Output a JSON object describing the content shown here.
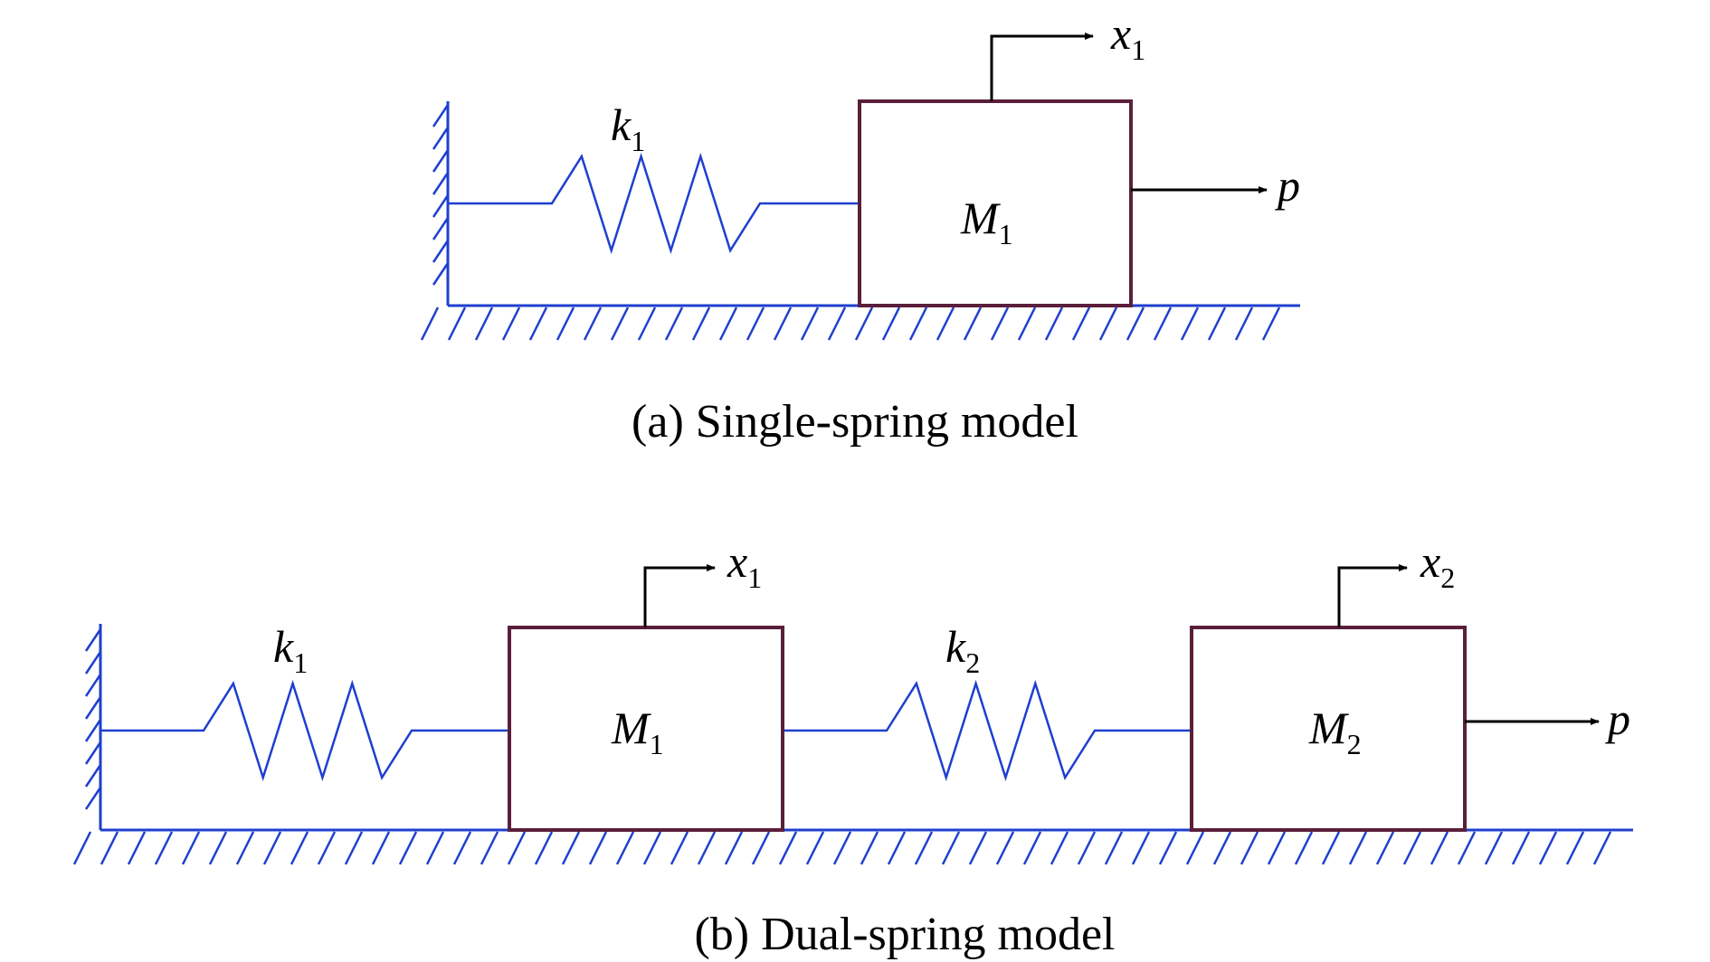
{
  "colors": {
    "spring_and_ground": "#1f3fcf",
    "mass_block": "#5a1f3a",
    "arrow": "#000000",
    "background": "#ffffff"
  },
  "panel_a": {
    "caption": "(a) Single-spring model",
    "spring_k1": {
      "base": "k",
      "sub": "1"
    },
    "mass_m1": {
      "base": "M",
      "sub": "1"
    },
    "displacement_x1": {
      "base": "x",
      "sub": "1"
    },
    "force": {
      "base": "p"
    }
  },
  "panel_b": {
    "caption": "(b) Dual-spring model",
    "spring_k1": {
      "base": "k",
      "sub": "1"
    },
    "spring_k2": {
      "base": "k",
      "sub": "2"
    },
    "mass_m1": {
      "base": "M",
      "sub": "1"
    },
    "mass_m2": {
      "base": "M",
      "sub": "2"
    },
    "displacement_x1": {
      "base": "x",
      "sub": "1"
    },
    "displacement_x2": {
      "base": "x",
      "sub": "2"
    },
    "force": {
      "base": "p"
    }
  }
}
